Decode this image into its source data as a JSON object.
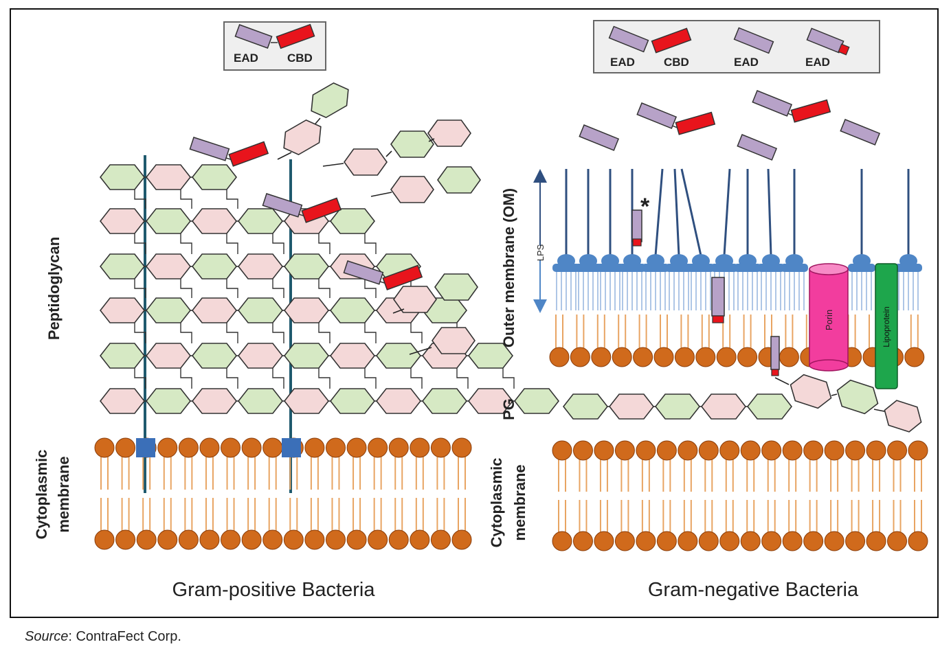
{
  "colors": {
    "eadFill": "#b7a2c8",
    "cbdFill": "#e8141c",
    "sugarGreen": "#d6e9c4",
    "sugarPink": "#f4d8d8",
    "teichoic": "#1f5a6e",
    "lipidHead": "#d06a1c",
    "lipidTail": "#e8a462",
    "lpsBlue": "#2f4f7f",
    "lpsHead": "#4f86c6",
    "porin": "#f23d9e",
    "lipoprotein": "#1ea64c"
  },
  "left_panel": {
    "legend": {
      "ead_label": "EAD",
      "cbd_label": "CBD"
    },
    "peptidoglycan_label": "Peptidoglycan",
    "cytoplasmic_label_line1": "Cytoplasmic",
    "cytoplasmic_label_line2": "membrane",
    "title": "Gram-positive Bacteria"
  },
  "right_panel": {
    "legend": {
      "item1_ead": "EAD",
      "item1_cbd": "CBD",
      "item2_ead": "EAD",
      "item3_ead": "EAD"
    },
    "lps_label": "LPS",
    "asterisk": "*",
    "outer_membrane_label": "Outer membrane (OM)",
    "pg_label": "PG",
    "porin_label": "Porin",
    "lipoprotein_label": "Lipoprotein",
    "cytoplasmic_label_line1": "Cytoplasmic",
    "cytoplasmic_label_line2": "membrane",
    "title": "Gram-negative Bacteria"
  },
  "source": {
    "prefix": "Source",
    "text": ": ContraFect Corp."
  }
}
